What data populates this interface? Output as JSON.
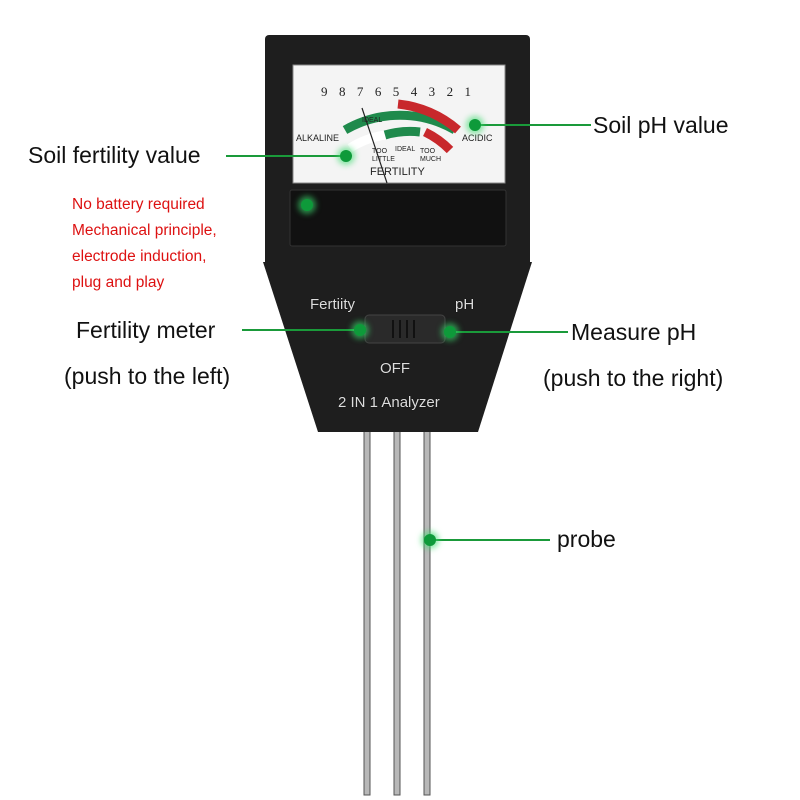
{
  "colors": {
    "accent_line": "#1a9a3a",
    "note_text": "#d11111",
    "device_body": "#1e1e1e",
    "scale_green": "#1f8a4c",
    "scale_red": "#c8282c"
  },
  "labels": {
    "soil_fertility": "Soil fertility value",
    "soil_ph": "Soil pH value",
    "fertility_meter": "Fertility meter",
    "push_left": "(push to the left)",
    "measure_ph": "Measure pH",
    "push_right": "(push to the right)",
    "probe": "probe"
  },
  "notes": [
    "No battery required",
    "Mechanical principle,",
    "electrode induction,",
    "plug and play"
  ],
  "meter": {
    "ph_scale": [
      "9",
      "8",
      "7",
      "6",
      "5",
      "4",
      "3",
      "2",
      "1"
    ],
    "alkaline": "ALKALINE",
    "acidic": "ACIDIC",
    "ideal_top": "IDEAL",
    "too_little": "TOO LITTLE",
    "ideal": "IDEAL",
    "too_much": "TOO MUCH",
    "fertility": "FERTILITY"
  },
  "device": {
    "switch_left": "Fertiity",
    "switch_right": "pH",
    "off": "OFF",
    "model": "2 IN 1 Analyzer"
  }
}
